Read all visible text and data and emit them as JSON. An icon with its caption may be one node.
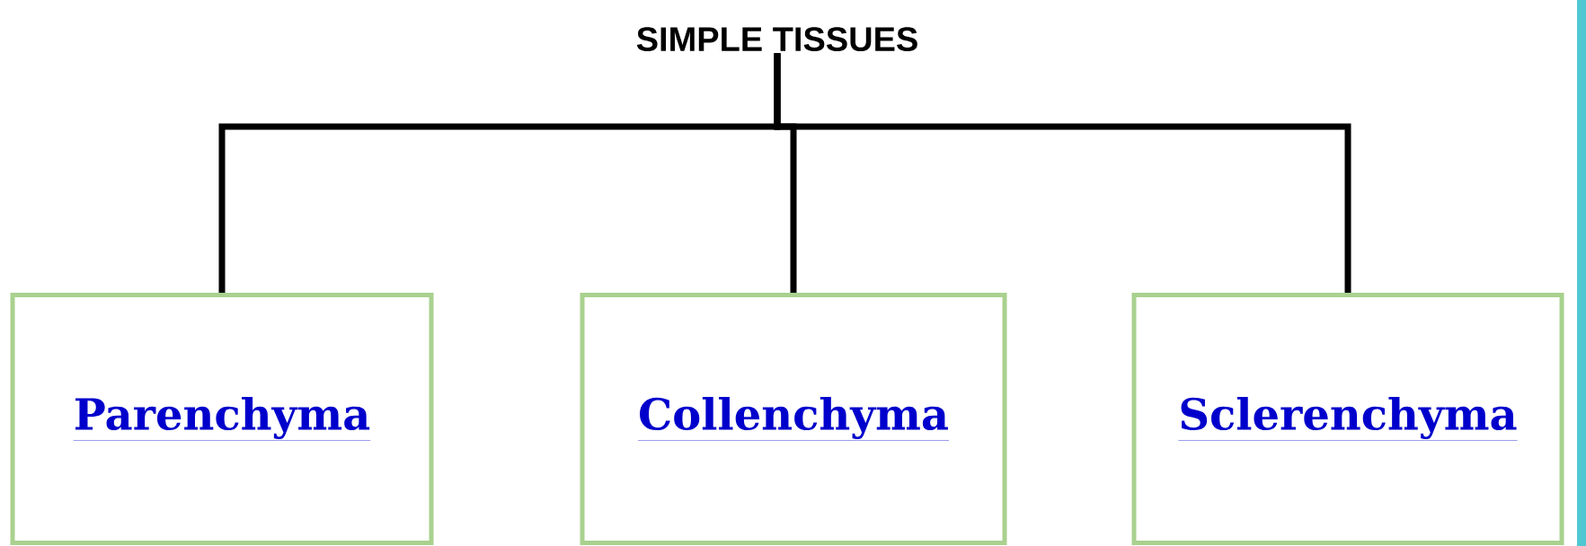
{
  "diagram": {
    "nodes": [
      {
        "text": [
          "SIMPLE TISSUES"
        ]
      },
      {
        "text": [
          "Parenchyma"
        ]
      },
      {
        "text": [
          "Collenchyma"
        ]
      },
      {
        "text": [
          "Sclerenchyma"
        ]
      }
    ],
    "edges": [
      {
        "from": 0,
        "to": 1,
        "arrow": "none"
      },
      {
        "from": 0,
        "to": 2,
        "arrow": "none"
      },
      {
        "from": 0,
        "to": 3,
        "arrow": "none"
      }
    ]
  }
}
